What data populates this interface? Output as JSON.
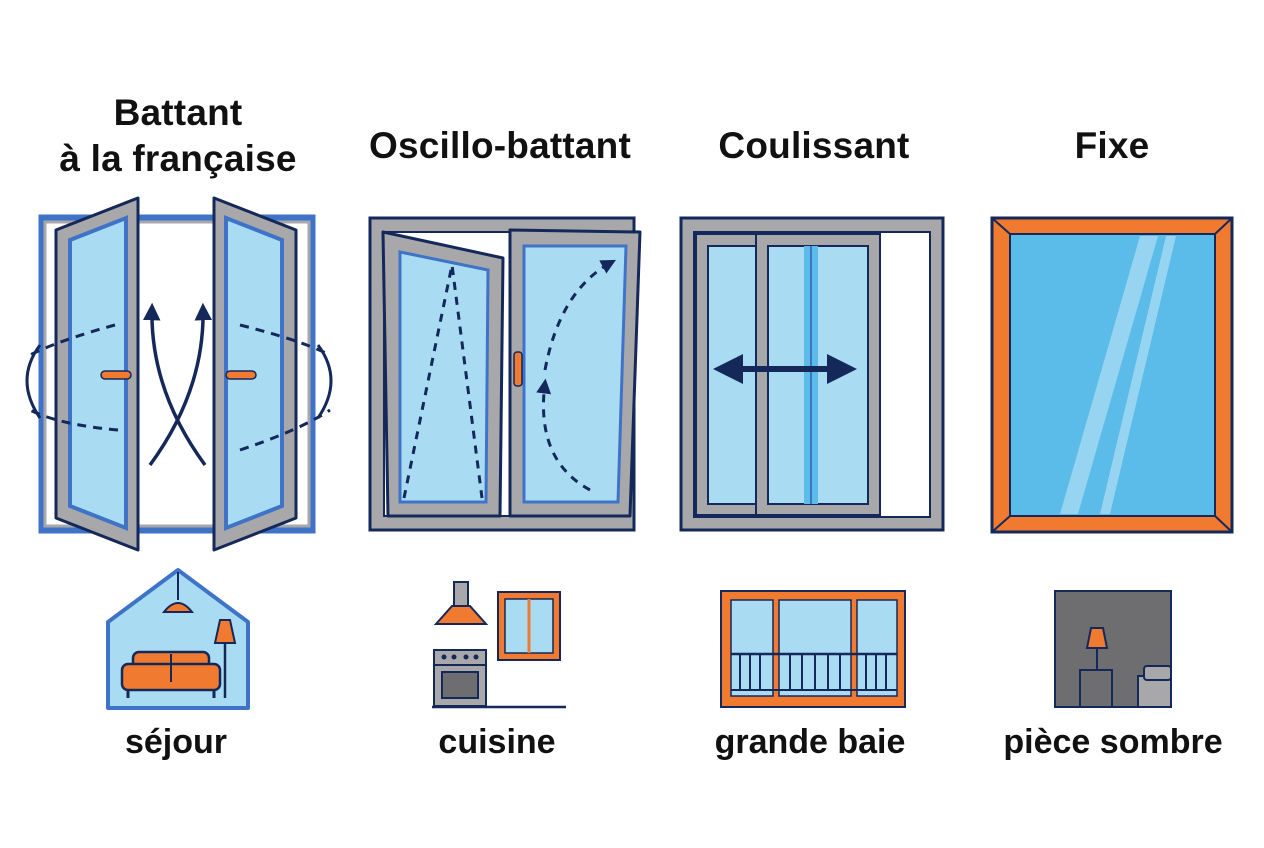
{
  "colors": {
    "navy": "#14285a",
    "frame_gray": "#a8a8ab",
    "glass": "#a9dcf3",
    "glass_mid": "#5bbbe9",
    "orange": "#f07a30",
    "blue_frame": "#3f73c8",
    "white": "#ffffff",
    "dark_gray": "#6e6e71"
  },
  "panels": [
    {
      "title_line1": "Battant",
      "title_line2": "à la française",
      "window_icon": "casement-window-icon",
      "room_icon": "living-room-icon",
      "caption": "séjour"
    },
    {
      "title": "Oscillo-battant",
      "window_icon": "tilt-turn-window-icon",
      "room_icon": "kitchen-icon",
      "caption": "cuisine"
    },
    {
      "title": "Coulissant",
      "window_icon": "sliding-window-icon",
      "room_icon": "bay-window-icon",
      "caption": "grande baie"
    },
    {
      "title": "Fixe",
      "window_icon": "fixed-window-icon",
      "room_icon": "dark-room-icon",
      "caption": "pièce sombre"
    }
  ]
}
